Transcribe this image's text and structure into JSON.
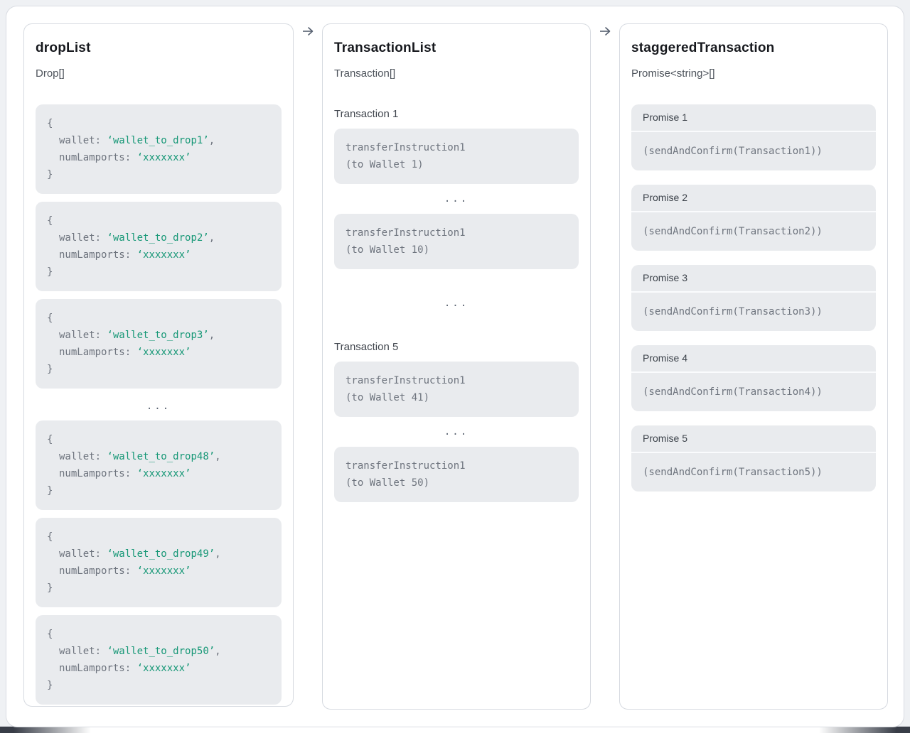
{
  "colors": {
    "accent_green": "#189877",
    "code_text": "#6e747e",
    "panel_border": "#d6dae0",
    "code_block_bg": "#e9ebee",
    "page_bg": "#eff1f4",
    "arrow": "#566070"
  },
  "ellipsis": "...",
  "drop_list": {
    "title": "dropList",
    "subtitle": "Drop[]",
    "brace_open": "{",
    "brace_close": "}",
    "wallet_key": "wallet:",
    "lamports_key": "numLamports:",
    "comma": ",",
    "lamports_value": "‘xxxxxxx’",
    "items": [
      {
        "wallet_value": "‘wallet_to_drop1’"
      },
      {
        "wallet_value": "‘wallet_to_drop2’"
      },
      {
        "wallet_value": "‘wallet_to_drop3’"
      },
      {
        "wallet_value": "‘wallet_to_drop48’"
      },
      {
        "wallet_value": "‘wallet_to_drop49’"
      },
      {
        "wallet_value": "‘wallet_to_drop50’"
      }
    ]
  },
  "transaction_list": {
    "title": "TransactionList",
    "subtitle": "Transaction[]",
    "heading1": "Transaction 1",
    "heading2": "Transaction 5",
    "blocks": [
      {
        "line1": "transferInstruction1",
        "line2": "(to Wallet 1)"
      },
      {
        "line1": "transferInstruction1",
        "line2": "(to Wallet 10)"
      },
      {
        "line1": "transferInstruction1",
        "line2": "(to Wallet 41)"
      },
      {
        "line1": "transferInstruction1",
        "line2": "(to Wallet 50)"
      }
    ]
  },
  "staggered": {
    "title": "staggeredTransaction",
    "subtitle": "Promise<string>[]",
    "promises": [
      {
        "label": "Promise 1",
        "code": "(sendAndConfirm(Transaction1))"
      },
      {
        "label": "Promise 2",
        "code": "(sendAndConfirm(Transaction2))"
      },
      {
        "label": "Promise 3",
        "code": "(sendAndConfirm(Transaction3))"
      },
      {
        "label": "Promise 4",
        "code": "(sendAndConfirm(Transaction4))"
      },
      {
        "label": "Promise 5",
        "code": "(sendAndConfirm(Transaction5))"
      }
    ]
  }
}
